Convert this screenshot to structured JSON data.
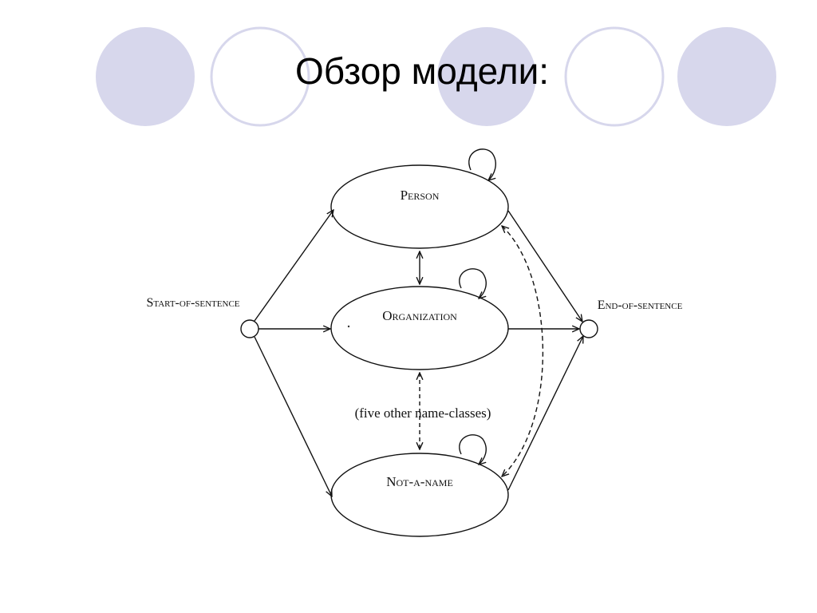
{
  "slide": {
    "title": "Обзор модели:",
    "decor_circle_fill": "#d7d7ec",
    "decor_circle_outline": "#d7d7ec"
  },
  "diagram": {
    "nodes": {
      "person": "Person",
      "organization": "Organization",
      "not_a_name": "Not-a-name",
      "start": "Start-of-sentence",
      "end": "End-of-sentence"
    },
    "note": "(five other name-classes)"
  }
}
